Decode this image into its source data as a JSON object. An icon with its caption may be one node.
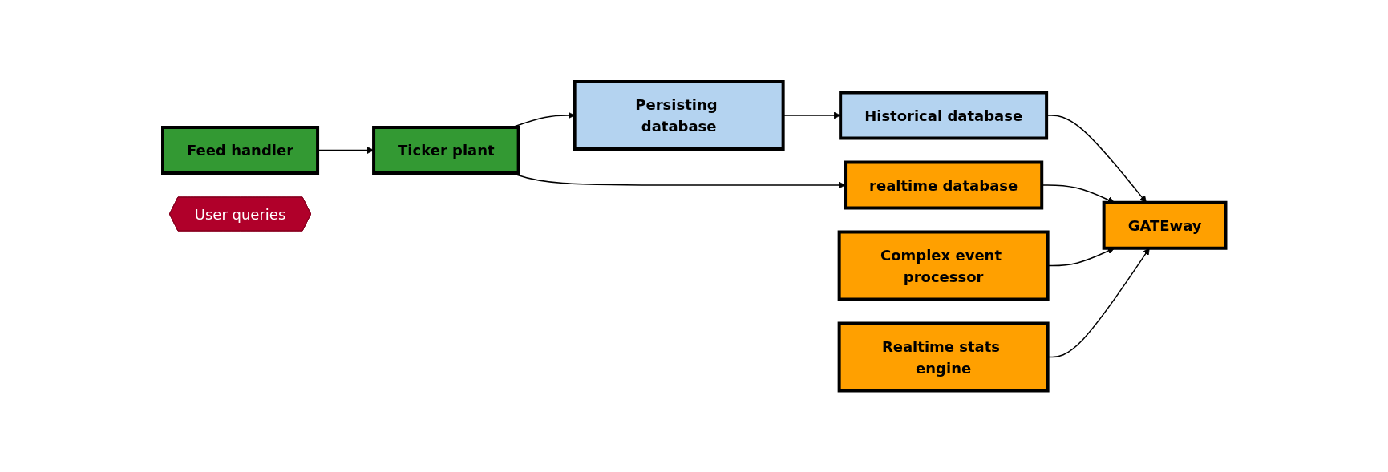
{
  "diagram": {
    "nodes": [
      {
        "text": [
          "Feed handler"
        ]
      },
      {
        "text": [
          "Ticker plant"
        ]
      },
      {
        "text": [
          "Persisting database"
        ]
      },
      {
        "text": [
          "Historical database"
        ]
      },
      {
        "text": [
          "realtime database"
        ]
      },
      {
        "text": [
          "Complex event processor"
        ]
      },
      {
        "text": [
          "Realtime stats engine"
        ]
      },
      {
        "text": [
          "GATEway"
        ]
      },
      {
        "text": [
          "User queries"
        ]
      }
    ],
    "edges": [
      {
        "from": 0,
        "to": 1,
        "arrow": "to"
      },
      {
        "from": 1,
        "to": 2,
        "arrow": "to"
      },
      {
        "from": 1,
        "to": 4,
        "arrow": "to"
      },
      {
        "from": 2,
        "to": 3,
        "arrow": "to"
      },
      {
        "from": 3,
        "to": 7,
        "arrow": "to"
      },
      {
        "from": 4,
        "to": 7,
        "arrow": "to"
      },
      {
        "from": 5,
        "to": 7,
        "arrow": "to"
      },
      {
        "from": 6,
        "to": 7,
        "arrow": "to"
      }
    ]
  }
}
